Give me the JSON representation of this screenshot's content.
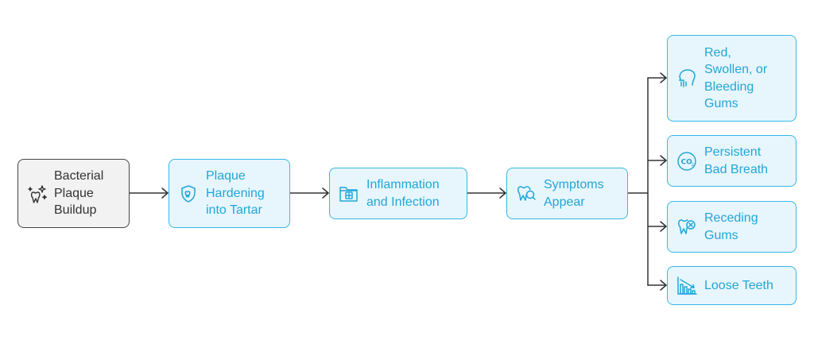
{
  "colors": {
    "accent": "#21a6d9",
    "accent_border": "#35b7e8",
    "accent_fill": "#e7f6fc",
    "neutral_border": "#444444",
    "neutral_fill": "#f2f2f2",
    "connector": "#333333"
  },
  "nodes": {
    "plaque_buildup": {
      "label": "Bacterial\nPlaque\nBuildup",
      "icon": "sparkling-tooth-icon"
    },
    "tartar": {
      "label": "Plaque\nHardening\ninto Tartar",
      "icon": "tooth-shield-icon"
    },
    "inflammation": {
      "label": "Inflammation\nand Infection",
      "icon": "medical-folder-icon"
    },
    "symptoms": {
      "label": "Symptoms\nAppear",
      "icon": "tooth-search-icon"
    },
    "bleeding_gums": {
      "label": "Red,\nSwollen, or\nBleeding\nGums",
      "icon": "mouth-profile-icon"
    },
    "bad_breath": {
      "label": "Persistent\nBad Breath",
      "icon": "co2-breath-icon"
    },
    "receding_gums": {
      "label": "Receding\nGums",
      "icon": "tooth-x-icon"
    },
    "loose_teeth": {
      "label": "Loose Teeth",
      "icon": "declining-chart-icon"
    }
  }
}
